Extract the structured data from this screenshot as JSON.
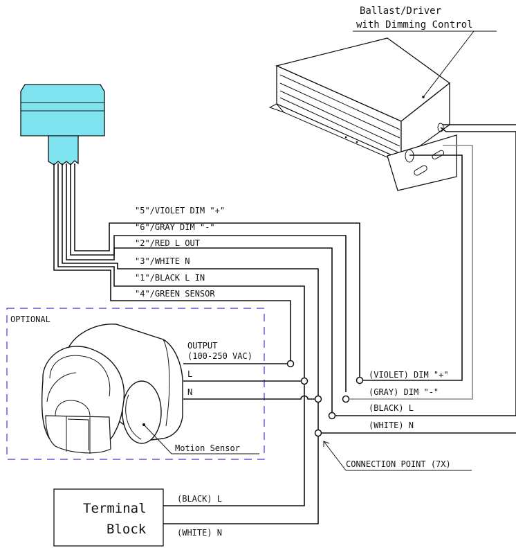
{
  "ballast": {
    "title_line1": "Ballast/Driver",
    "title_line2": "with Dimming Control"
  },
  "wires": [
    {
      "text": "\"5\"/VIOLET DIM \"+\""
    },
    {
      "text": "\"6\"/GRAY DIM \"-\""
    },
    {
      "text": "\"2\"/RED L OUT"
    },
    {
      "text": "\"3\"/WHITE N"
    },
    {
      "text": "\"1\"/BLACK L IN"
    },
    {
      "text": "\"4\"/GREEN SENSOR"
    }
  ],
  "optional_label": "OPTIONAL",
  "sensor": {
    "output_line1": "OUTPUT",
    "output_line2": "(100-250 VAC)",
    "l_label": "L",
    "n_label": "N",
    "name": "Motion Sensor"
  },
  "ballast_leads": {
    "violet": "(VIOLET) DIM \"+\"",
    "gray": "(GRAY) DIM \"-\"",
    "black": "(BLACK) L",
    "white": "(WHITE) N"
  },
  "connection_point": "CONNECTION POINT (7X)",
  "terminal": {
    "line1": "Terminal",
    "line2": "Block",
    "black": "(BLACK) L",
    "white": "(WHITE) N"
  },
  "colors": {
    "cyan": "#7fe3f0",
    "optional_border": "#3a3adb",
    "gray_wire": "#888888"
  }
}
